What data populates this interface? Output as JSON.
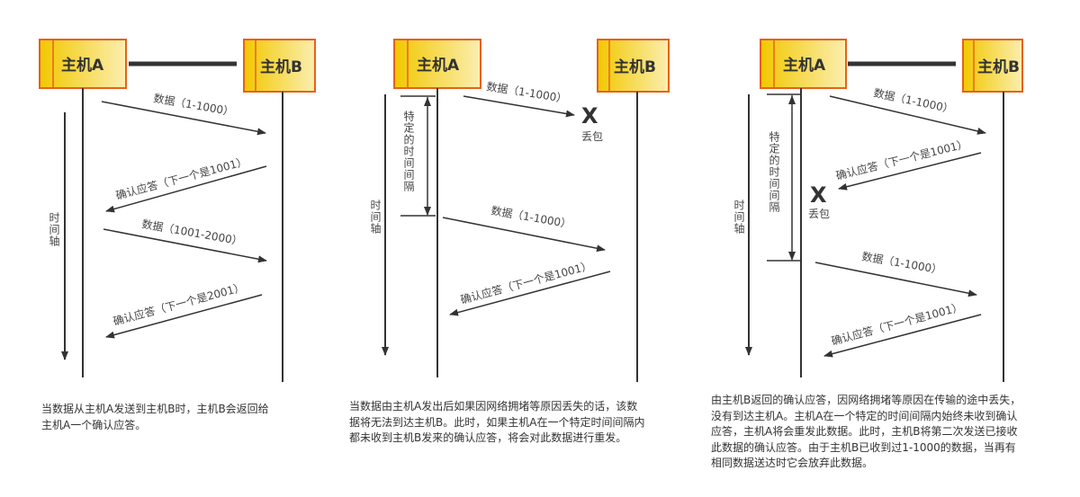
{
  "colors": {
    "box_border": "#e8601c",
    "box_fill_light": "#fbeaa0",
    "box_fill_dark": "#f2c200",
    "line": "#333333"
  },
  "panels": [
    {
      "host_a": "主机A",
      "host_b": "主机B",
      "time_axis": "时间轴",
      "messages": [
        "数据（1-1000）",
        "确认应答（下一个是1001）",
        "数据（1001-2000）",
        "确认应答（下一个是2001）"
      ],
      "caption": [
        "当数据从主机A发送到主机B时，主机B会返回给",
        "主机A一个确认应答。"
      ]
    },
    {
      "host_a": "主机A",
      "host_b": "主机B",
      "time_axis": "时间轴",
      "interval": "特定的时间间隔",
      "lost_mark": "X",
      "lost_label": "丢包",
      "messages": [
        "数据（1-1000）",
        "数据（1-1000）",
        "确认应答（下一个是1001）"
      ],
      "caption": [
        "当数据由主机A发出后如果因网络拥堵等原因丢失的话，该数",
        "据将无法到达主机B。此时，如果主机A在一个特定时间间隔内",
        "都未收到主机B发来的确认应答，将会对此数据进行重发。"
      ]
    },
    {
      "host_a": "主机A",
      "host_b": "主机B",
      "time_axis": "时间轴",
      "interval": "特定的时间间隔",
      "lost_mark": "X",
      "lost_label": "丢包",
      "messages": [
        "数据（1-1000）",
        "确认应答（下一个是1001）",
        "数据（1-1000）",
        "确认应答（下一个是1001）"
      ],
      "caption": [
        "由主机B返回的确认应答，因网络拥堵等原因在传输的途中丢失，",
        "没有到达主机A。主机A在一个特定的时间间隔内始终未收到确认",
        "应答，主机A将会重发此数据。此时，主机B将第二次发送已接收",
        "此数据的确认应答。由于主机B已收到过1-1000的数据，当再有",
        "相同数据送达时它会放弃此数据。"
      ]
    }
  ]
}
